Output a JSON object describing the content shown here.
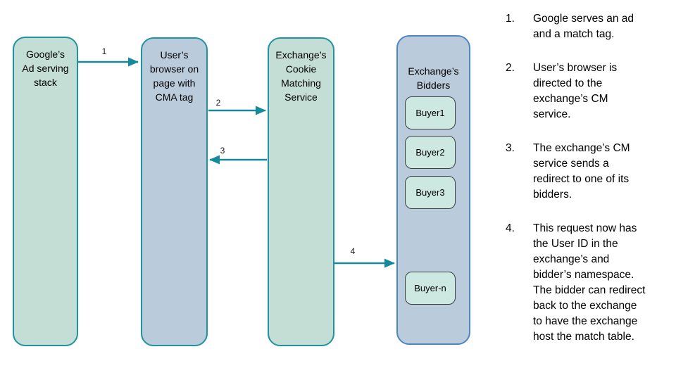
{
  "diagram": {
    "nodes": {
      "google": {
        "label": "Google’s\nAd serving\nstack"
      },
      "browser": {
        "label": "User’s\nbrowser on\npage with\nCMA tag"
      },
      "cms": {
        "label": "Exchange’s\nCookie\nMatching\nService"
      },
      "bidders": {
        "label": "Exchange’s\nBidders"
      }
    },
    "buyers": [
      "Buyer1",
      "Buyer2",
      "Buyer3",
      "Buyer-n"
    ],
    "arrows": [
      {
        "label": "1",
        "from": "google",
        "to": "browser"
      },
      {
        "label": "2",
        "from": "browser",
        "to": "cms"
      },
      {
        "label": "3",
        "from": "cms",
        "to": "browser"
      },
      {
        "label": "4",
        "from": "cms",
        "to": "bidders"
      }
    ],
    "colors": {
      "node_fill_green": "#c4ddd5",
      "node_fill_blue": "#bacbdb",
      "node_border_teal": "#2093a3",
      "node_border_blue": "#4e86c1",
      "buyer_fill": "#cde8e1",
      "buyer_border": "#3c4043",
      "arrow": "#17899c"
    }
  },
  "notes": {
    "items": [
      {
        "number": "1.",
        "text": "Google serves an ad and a match tag."
      },
      {
        "number": "2.",
        "text": "User’s browser is directed to the exchange’s CM service."
      },
      {
        "number": "3.",
        "text": "The exchange’s CM service sends a redirect to one of its bidders."
      },
      {
        "number": "4.",
        "text": "This request now has the User ID in the exchange’s and bidder’s namespace. The bidder can redirect back to the exchange to have the exchange host the match table."
      }
    ]
  }
}
